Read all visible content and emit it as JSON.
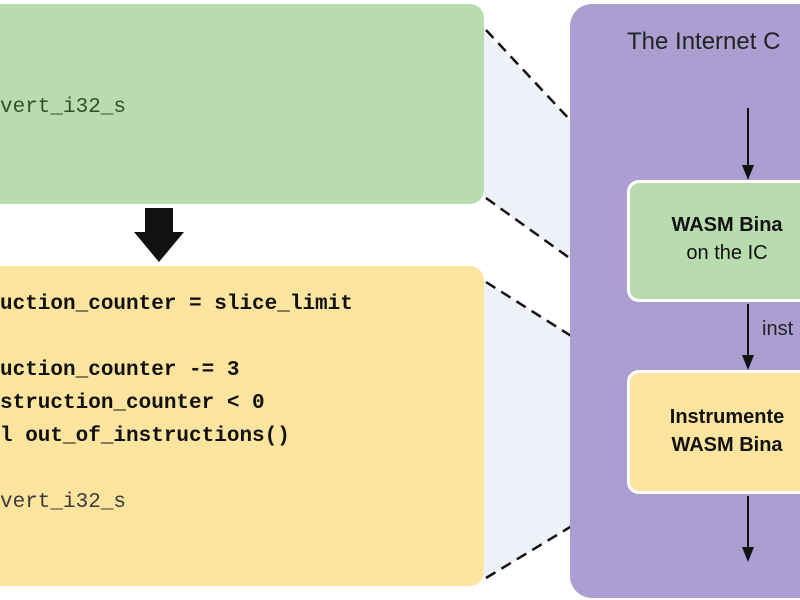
{
  "green_panel": {
    "lines": [
      "vert_i32_s"
    ]
  },
  "yellow_panel": {
    "lines": [
      "uction_counter = slice_limit",
      "uction_counter -= 3",
      "struction_counter < 0",
      "l out_of_instructions()",
      "vert_i32_s"
    ]
  },
  "ic": {
    "title": "The Internet C",
    "wasm_box": {
      "line1": "WASM Bina",
      "line2": "on the IC"
    },
    "arrow_label": "inst",
    "instr_box": {
      "line1": "Instrumente",
      "line2": "WASM Bina"
    }
  },
  "colors": {
    "green": "#b9dcae",
    "yellow": "#fde5a0",
    "purple": "#ab9fd2"
  }
}
